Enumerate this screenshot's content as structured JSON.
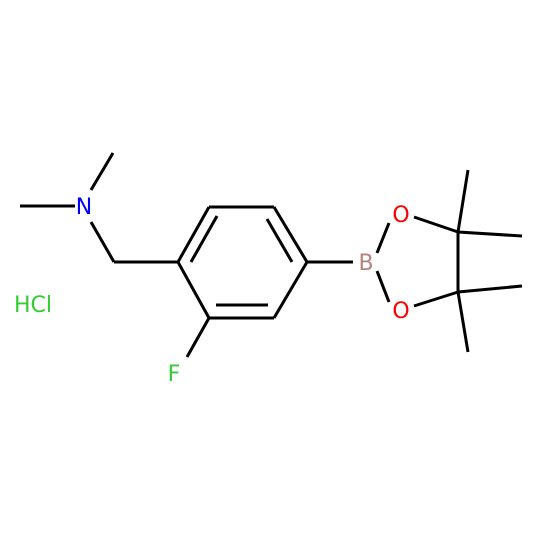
{
  "molecule": {
    "atoms": {
      "nitrogen": "N",
      "fluorine": "F",
      "boron": "B",
      "oxygen_top": "O",
      "oxygen_bottom": "O"
    },
    "salt": "HCl",
    "colors": {
      "bond": "#000000",
      "nitrogen": "#0000ff",
      "fluorine": "#33cc33",
      "boron": "#b5837f",
      "oxygen": "#ff0000",
      "salt": "#33cc33"
    }
  }
}
